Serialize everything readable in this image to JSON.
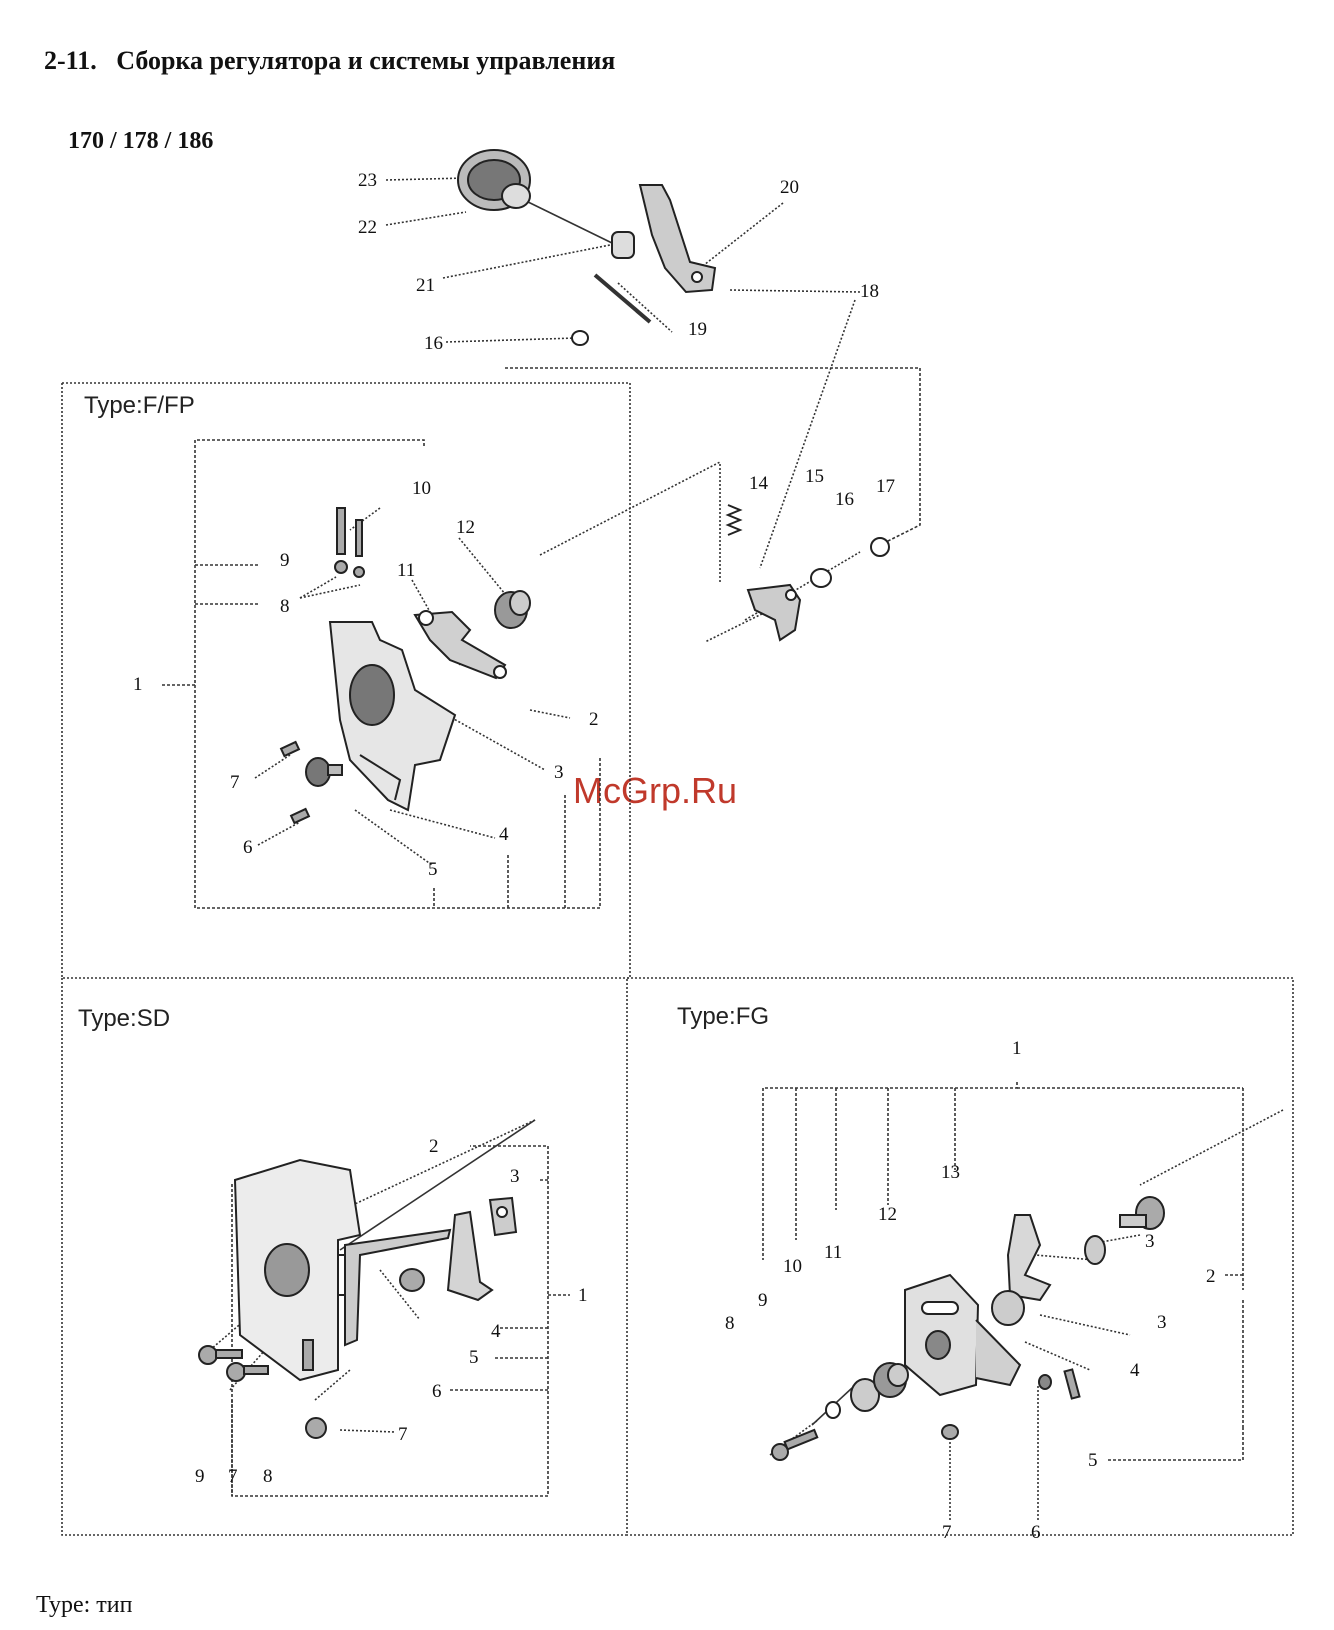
{
  "header": {
    "section_title": "2-11.   Сборка регулятора и системы управления",
    "models": "170 / 178 / 186"
  },
  "panels": {
    "ffp": {
      "label": "Type:F/FP"
    },
    "sd": {
      "label": "Type:SD"
    },
    "fg": {
      "label": "Type:FG"
    }
  },
  "callouts": {
    "top": [
      "23",
      "22",
      "21",
      "20",
      "18",
      "19",
      "16"
    ],
    "ffp": [
      "10",
      "9",
      "8",
      "12",
      "11",
      "1",
      "2",
      "3",
      "7",
      "4",
      "6",
      "5",
      "14",
      "15",
      "16",
      "17"
    ],
    "sd": [
      "2",
      "3",
      "1",
      "4",
      "5",
      "6",
      "9",
      "7",
      "8",
      "7"
    ],
    "fg": [
      "1",
      "13",
      "12",
      "11",
      "10",
      "9",
      "8",
      "2",
      "3",
      "3",
      "4",
      "5",
      "7",
      "6"
    ]
  },
  "watermark": "McGrp.Ru",
  "footer": "Type: тип",
  "colors": {
    "line": "#222222",
    "watermark": "#c0392b",
    "background": "#ffffff"
  }
}
